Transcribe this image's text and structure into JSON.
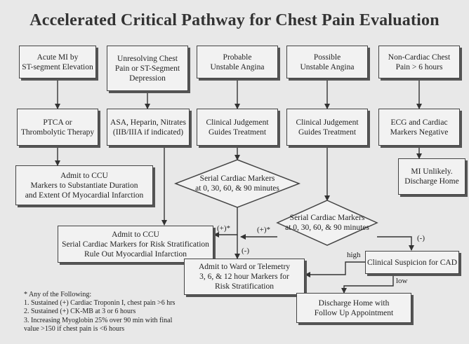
{
  "title": "Accelerated Critical Pathway for Chest Pain Evaluation",
  "boxes": {
    "acute_mi": [
      "Acute MI by",
      "ST-segment Elevation"
    ],
    "unresolving": [
      "Unresolving Chest",
      "Pain or ST-Segment",
      "Depression"
    ],
    "probable_ua": [
      "Probable",
      "Unstable Angina"
    ],
    "possible_ua": [
      "Possible",
      "Unstable Angina"
    ],
    "noncardiac": [
      "Non-Cardiac Chest",
      "Pain > 6 hours"
    ],
    "ptca": [
      "PTCA or",
      "Thrombolytic Therapy"
    ],
    "asa": [
      "ASA, Heparin, Nitrates",
      "(IIB/IIIA if indicated)"
    ],
    "clinical_judgement_1": [
      "Clinical Judgement",
      "Guides Treatment"
    ],
    "clinical_judgement_2": [
      "Clinical Judgement",
      "Guides Treatment"
    ],
    "ecg": [
      "ECG and Cardiac",
      "Markers Negative"
    ],
    "admit_ccu_1": [
      "Admit to CCU",
      "Markers to Substantiate Duration",
      "and Extent Of Myocardial Infarction"
    ],
    "mi_unlikely": [
      "MI Unlikely.",
      "Discharge Home"
    ],
    "admit_ccu_2": [
      "Admit to CCU",
      "Serial Cardiac Markers for Risk Stratification",
      "Rule Out Myocardial Infarction"
    ],
    "admit_ward": [
      "Admit to Ward or Telemetry",
      "3, 6, & 12 hour Markers for",
      "Risk Stratification"
    ],
    "clinical_suspicion": [
      "Clinical Suspicion for CAD"
    ],
    "discharge_followup": [
      "Discharge Home with",
      "Follow Up Appointment"
    ]
  },
  "decisions": {
    "serial_markers_1": [
      "Serial Cardiac Markers",
      "at 0, 30, 60, & 90 minutes"
    ],
    "serial_markers_2": [
      "Serial Cardiac Markers",
      "at 0, 30, 60, & 90 minutes"
    ]
  },
  "edge_labels": {
    "plus_star": "(+)*",
    "plus_star_2": "(+)*",
    "minus": "(-)",
    "minus_2": "(-)",
    "high": "high",
    "low": "low"
  },
  "footnote": [
    "* Any of the Following:",
    "1. Sustained (+) Cardiac Troponin I, chest pain >6 hrs",
    "2. Sustained (+) CK-MB at 3 or 6 hours",
    "3. Increasing Myoglobin   25% over 90 min with final",
    "value >150 if chest pain is <6 hours"
  ]
}
